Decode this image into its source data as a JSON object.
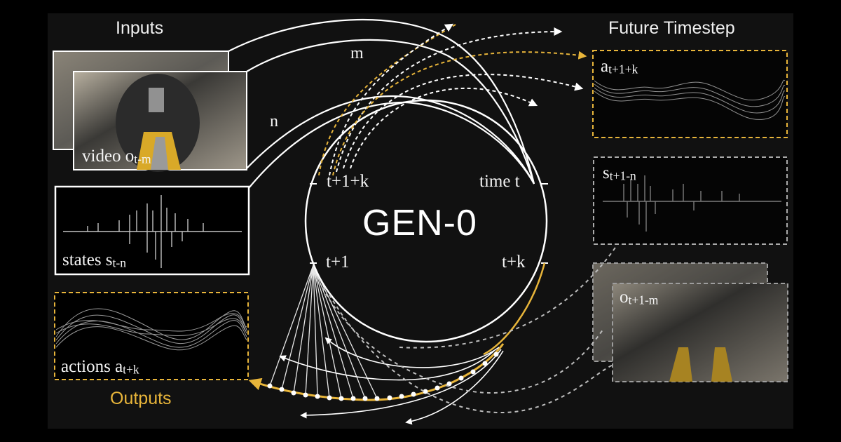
{
  "colors": {
    "background": "#111111",
    "frame": "#000000",
    "accent_yellow": "#E8B53A",
    "line_white": "#ffffff",
    "dashed_gray": "#bdbdbd"
  },
  "titles": {
    "inputs": "Inputs",
    "future_timestep": "Future Timestep",
    "outputs": "Outputs"
  },
  "center": {
    "model_name": "GEN-0",
    "ticks": {
      "top_left": "t+1+k",
      "top_right": "time t",
      "bottom_left": "t+1",
      "bottom_right": "t+k"
    }
  },
  "arc_labels": {
    "m": "m",
    "n": "n"
  },
  "inputs": {
    "video": {
      "label": "video o",
      "sub": "t-m",
      "icon": "camera-frame-image"
    },
    "states": {
      "label": "states s",
      "sub": "t-n",
      "icon": "waveform-image"
    }
  },
  "outputs": {
    "actions": {
      "label": "actions a",
      "sub": "t+k",
      "icon": "wave-bundle-image"
    }
  },
  "future": {
    "actions": {
      "label": "a",
      "sub": "t+1+k"
    },
    "states": {
      "label": "s",
      "sub": "t+1-n"
    },
    "video": {
      "label": "o",
      "sub": "t+1-m"
    }
  }
}
